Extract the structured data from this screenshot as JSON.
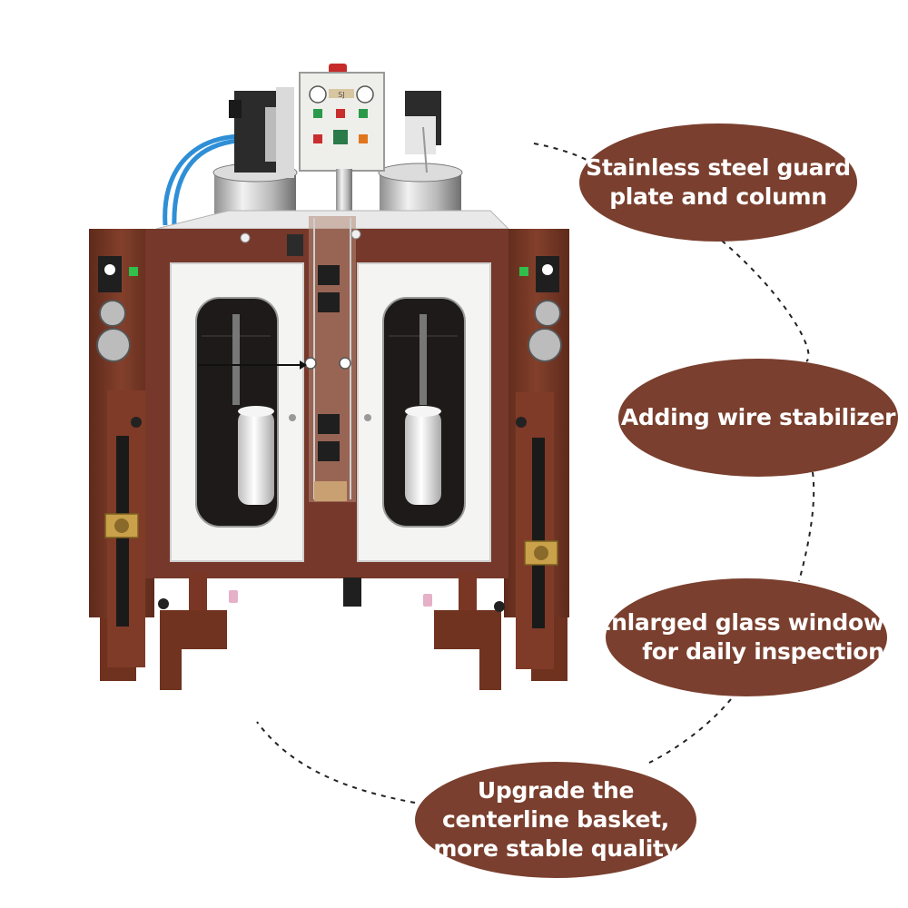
{
  "image": {
    "subject": "machine-front-view",
    "colors": {
      "frame": "#7a3b29",
      "bubble": "#7a3f2e",
      "panel": "#f4f4f2",
      "window": "#1d1a19",
      "steel": "#c8c8c8"
    }
  },
  "control_panel": {
    "label": "SJ"
  },
  "features": [
    {
      "lines": [
        "Stainless steel guard",
        "plate and column"
      ]
    },
    {
      "lines": [
        "Adding wire stabilizer"
      ]
    },
    {
      "lines": [
        "Enlarged glass window",
        "for daily inspection"
      ]
    },
    {
      "lines": [
        "Upgrade the",
        "centerline basket,",
        "more stable quality"
      ]
    }
  ]
}
